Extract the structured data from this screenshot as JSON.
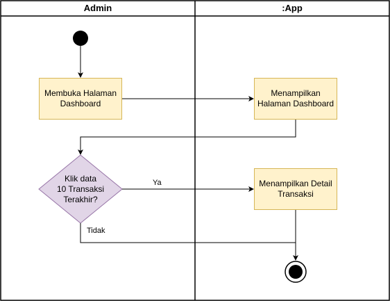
{
  "lanes": [
    {
      "title": "Admin"
    },
    {
      "title": ":App"
    }
  ],
  "nodes": {
    "open_dashboard": "Membuka Halaman\nDashboard",
    "show_dashboard": "Menampilkan\nHalaman Dashboard",
    "decision": "Klik data\n10 Transaksi\nTerakhir?",
    "show_detail": "Menampilkan Detail\nTransaksi"
  },
  "edges": {
    "yes_label": "Ya",
    "no_label": "Tidak"
  },
  "colors": {
    "action_fill": "#fff2cc",
    "action_border": "#d6b656",
    "decision_fill": "#e1d5e7",
    "decision_border": "#9673a6",
    "line": "#000000"
  }
}
